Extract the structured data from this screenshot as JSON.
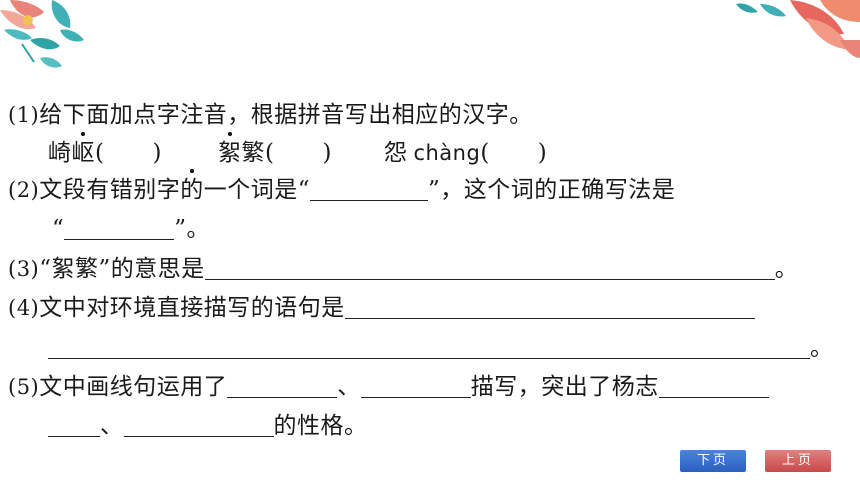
{
  "q1": {
    "num": "(1)",
    "text": "给下面加点字注音，根据拼音写出相应的汉字。",
    "w1_pre": "崎",
    "w1_dot": "岖",
    "w2_dot": "絮",
    "w2_post": "繁",
    "w3_char": "怨",
    "w3_pinyin": "chàng",
    "lp": "(",
    "rp": ")"
  },
  "q2": {
    "num": "(2)",
    "text_a_pre": "文段有错别字",
    "text_a_dot": "的",
    "text_a_post": "一个词是“",
    "text_b": "”，这个词的正确写法是",
    "text_c_open": "“",
    "text_c_close": "”。"
  },
  "q3": {
    "num": "(3)",
    "text": "“絮繁”的意思是",
    "end": "。"
  },
  "q4": {
    "num": "(4)",
    "text": "文中对环境直接描写的语句是",
    "end": "。"
  },
  "q5": {
    "num": "(5)",
    "text_a": "文中画线句运用了",
    "sep": "、",
    "text_b": "描写，突出了杨志",
    "text_c": "的性格。"
  },
  "nav": {
    "next_label": "下页",
    "prev_label": "上页"
  }
}
